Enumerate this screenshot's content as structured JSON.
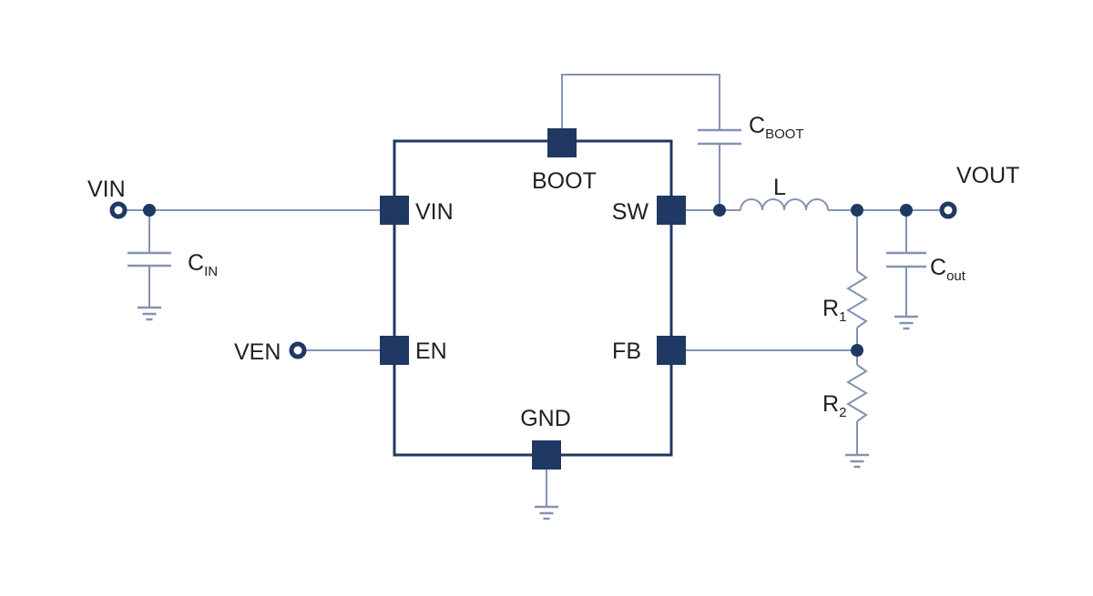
{
  "colors": {
    "navy": "#1f3864",
    "wire": "#8492b4",
    "text": "#212121",
    "bg": "#ffffff"
  },
  "diagram_type": "buck-converter-schematic",
  "ic": {
    "pin_labels": {
      "vin": "VIN",
      "en": "EN",
      "boot": "BOOT",
      "sw": "SW",
      "fb": "FB",
      "gnd": "GND"
    }
  },
  "terminals": {
    "vin": "VIN",
    "ven": "VEN",
    "vout": "VOUT"
  },
  "components": {
    "cin": {
      "base": "C",
      "sub": "IN"
    },
    "cboot": {
      "base": "C",
      "sub": "BOOT"
    },
    "cout": {
      "base": "C",
      "sub": "out"
    },
    "r1": {
      "base": "R",
      "sub": "1"
    },
    "r2": {
      "base": "R",
      "sub": "2"
    },
    "inductor": "L"
  }
}
